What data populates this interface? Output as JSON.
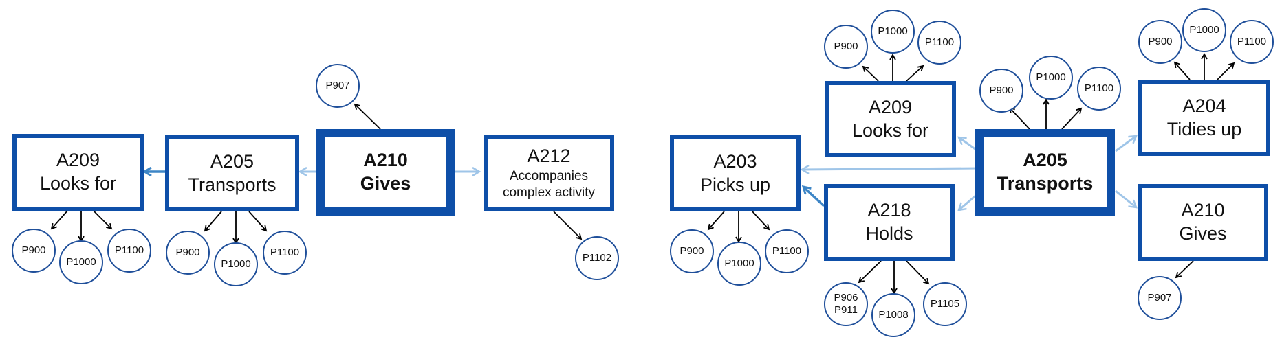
{
  "colors": {
    "box_border": "#0e4fa8",
    "arrow_dark": "#3d85c6",
    "arrow_light": "#9fc5e8",
    "arrow_black": "#000000",
    "circle_border": "#1f4f9a"
  },
  "boxes": {
    "l_a209": {
      "code": "A209",
      "label": "Looks for"
    },
    "l_a205": {
      "code": "A205",
      "label": "Transports"
    },
    "l_a210": {
      "code": "A210",
      "label": "Gives"
    },
    "l_a212": {
      "code": "A212",
      "label_line1": "Accompanies",
      "label_line2": "complex activity"
    },
    "r_a203": {
      "code": "A203",
      "label": "Picks up"
    },
    "r_a209": {
      "code": "A209",
      "label": "Looks for"
    },
    "r_a218": {
      "code": "A218",
      "label": "Holds"
    },
    "r_a205": {
      "code": "A205",
      "label": "Transports"
    },
    "r_a204": {
      "code": "A204",
      "label": "Tidies up"
    },
    "r_a210": {
      "code": "A210",
      "label": "Gives"
    }
  },
  "circles": {
    "c01": "P907",
    "c02": "P900",
    "c03": "P1000",
    "c04": "P1100",
    "c05": "P900",
    "c06": "P1000",
    "c07": "P1100",
    "c08": "P1102",
    "c09": "P900",
    "c10": "P1000",
    "c11": "P1100",
    "c12": "P900",
    "c13": "P1000",
    "c14": "P1100",
    "c15": "P900",
    "c16": "P1000",
    "c17": "P1100",
    "c18": "P900",
    "c19": "P1000",
    "c20": "P1100",
    "c21a": "P906",
    "c21b": "P911",
    "c22": "P1008",
    "c23": "P1105",
    "c24": "P907"
  }
}
